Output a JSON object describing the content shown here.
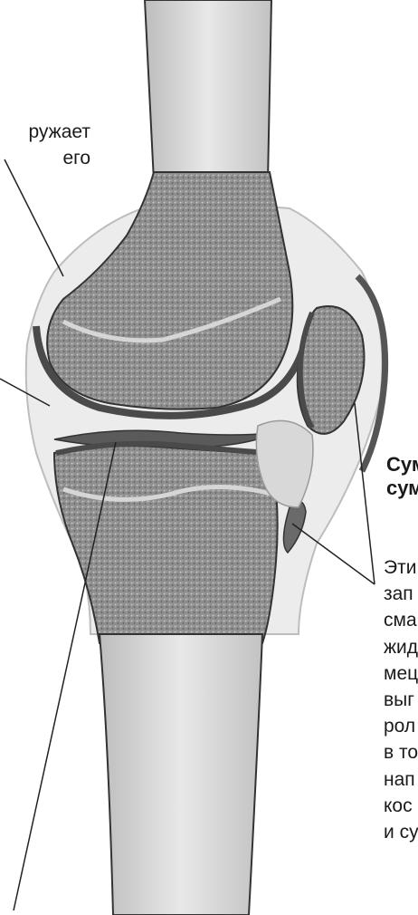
{
  "labels": {
    "capsule": [
      "ружает",
      "его"
    ]
  },
  "bursa": {
    "title": [
      "Сум",
      "сум"
    ],
    "body": [
      "Эти",
      "зап",
      "сма",
      "жид",
      "мец",
      "выг",
      "рол",
      "в то",
      "нап",
      "кос",
      "и су"
    ]
  },
  "colors": {
    "bone_light": "#dadada",
    "bone_texture": "#8a8a8a",
    "cartilage_dark": "#4a4a4a",
    "tissue": "#e6e6e6",
    "line": "#222222"
  }
}
